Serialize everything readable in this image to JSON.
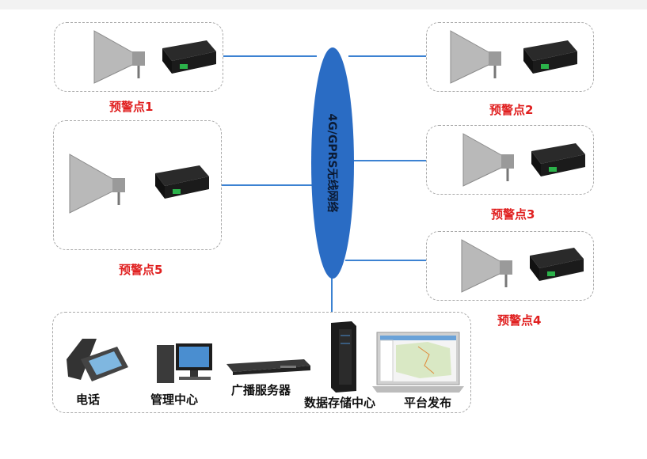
{
  "network": {
    "label": "4G/GPRS无线网络",
    "color": "#2a6cc4"
  },
  "warning_points": [
    {
      "id": "1",
      "label": "预警点1"
    },
    {
      "id": "2",
      "label": "预警点2"
    },
    {
      "id": "3",
      "label": "预警点3"
    },
    {
      "id": "4",
      "label": "预警点4"
    },
    {
      "id": "5",
      "label": "预警点5"
    }
  ],
  "control_center": {
    "items": [
      {
        "label": "电话",
        "icon": "phone-icon"
      },
      {
        "label": "管理中心",
        "icon": "desktop-computer-icon"
      },
      {
        "label": "广播服务器",
        "icon": "rack-server-icon"
      },
      {
        "label": "数据存储中心",
        "icon": "storage-tower-icon"
      },
      {
        "label": "平台发布",
        "icon": "laptop-map-icon"
      }
    ]
  },
  "colors": {
    "label_red": "#e02020",
    "link_blue": "#3c82d2"
  }
}
